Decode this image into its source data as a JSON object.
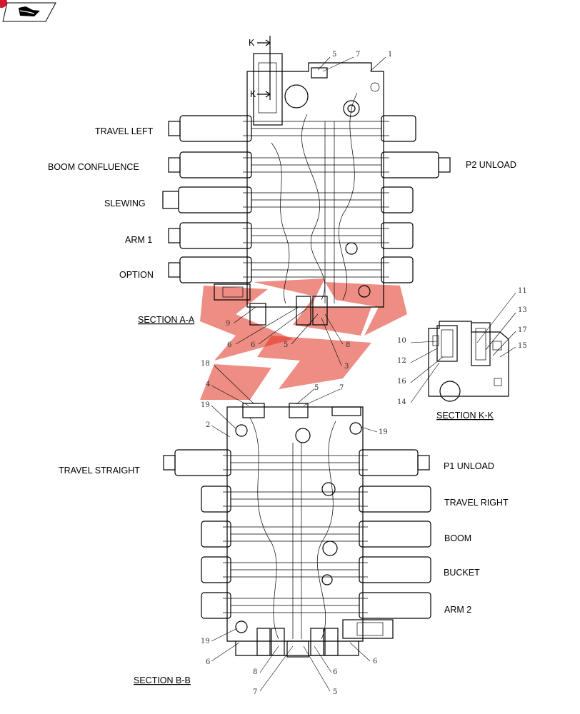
{
  "spool_labels": {
    "travel_left": "TRAVEL LEFT",
    "boom_confluence": "BOOM CONFLUENCE",
    "slewing": "SLEWING",
    "arm1": "ARM 1",
    "option": "OPTION",
    "p2_unload": "P2 UNLOAD",
    "travel_straight": "TRAVEL STRAIGHT",
    "p1_unload": "P1 UNLOAD",
    "travel_right": "TRAVEL RIGHT",
    "boom": "BOOM",
    "bucket": "BUCKET",
    "arm2": "ARM 2"
  },
  "section_titles": {
    "aa": "SECTION   A-A",
    "kk": "SECTION   K-K",
    "bb": "SECTION   B-B"
  },
  "cut_marker": "K",
  "part_numbers": {
    "a_top_5": "5",
    "a_top_7": "7",
    "a_top_1": "1",
    "a_bot_9": "9",
    "a_bot_6a": "6",
    "a_bot_6b": "6",
    "a_bot_5": "5",
    "a_bot_8": "8",
    "a_bot_3": "3",
    "k_11": "11",
    "k_13": "13",
    "k_17": "17",
    "k_15": "15",
    "k_10": "10",
    "k_12": "12",
    "k_16": "16",
    "k_14": "14",
    "b_18": "18",
    "b_4": "4",
    "b_19a": "19",
    "b_2": "2",
    "b_5": "5",
    "b_7": "7",
    "b_19b": "19",
    "b_19c": "19",
    "b_6a": "6",
    "b_8": "8",
    "b_6b": "6",
    "b_6c": "6",
    "b_7b": "7",
    "b_5b": "5"
  },
  "icon": "book-icon",
  "colors": {
    "ink": "#000000",
    "watermark": "#e0301e",
    "badge": "#d4192f"
  }
}
